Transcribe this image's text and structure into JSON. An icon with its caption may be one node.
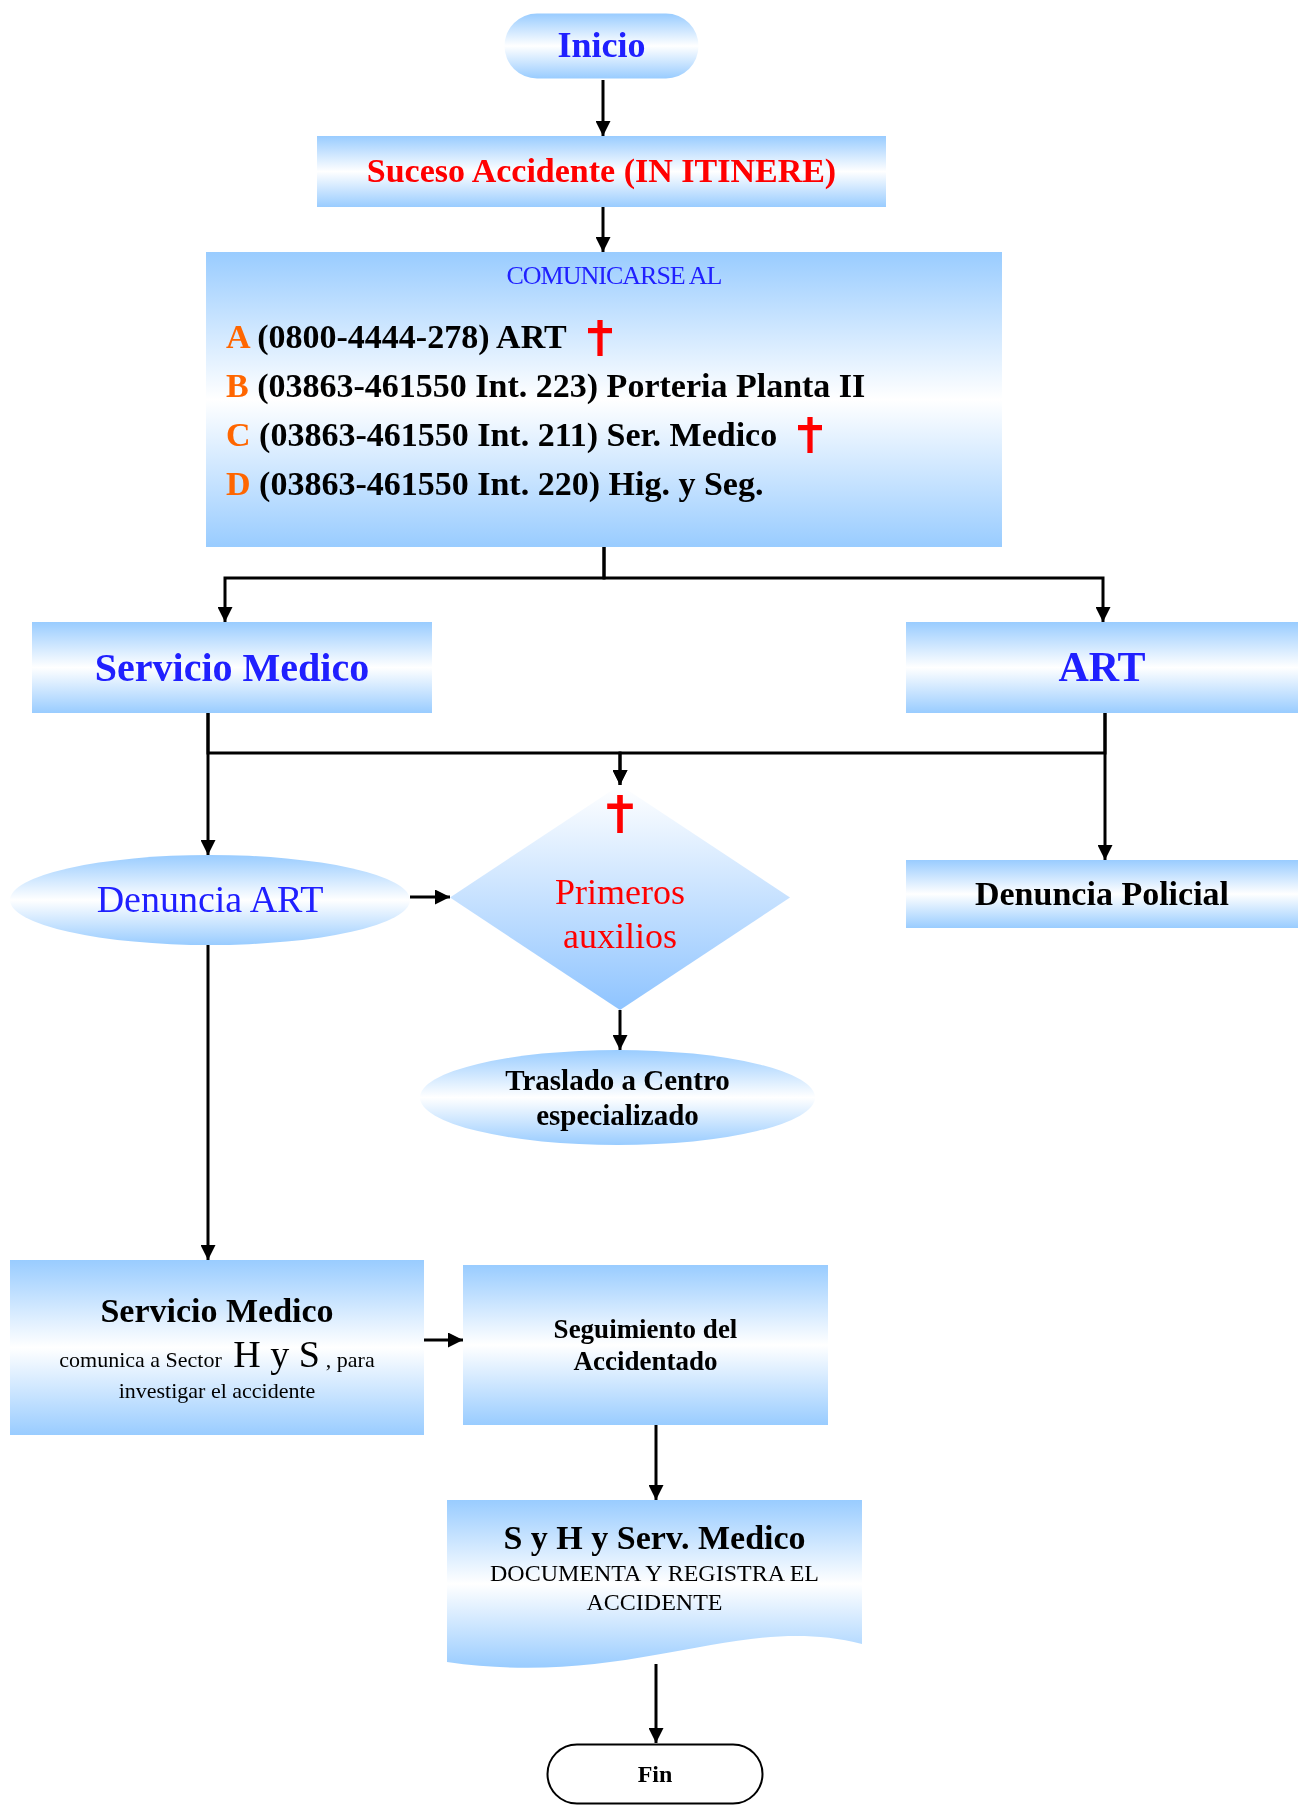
{
  "diagram": {
    "nodes": [
      {
        "text": [
          "Inicio"
        ]
      },
      {
        "text": [
          "Suceso Accidente (IN ITINERE)"
        ]
      },
      {
        "text": [
          "COMUNICARSE AL",
          "A (0800-4444-278) ART",
          "B (03863-461550 Int. 223) Porteria Planta II",
          "C (03863-461550 Int. 211) Ser. Medico",
          "D (03863-461550 Int. 220) Hig. y Seg."
        ]
      },
      {
        "text": [
          "Servicio Medico"
        ]
      },
      {
        "text": [
          "ART"
        ]
      },
      {
        "text": [
          "Denuncia ART"
        ]
      },
      {
        "text": [
          "Primeros auxilios"
        ]
      },
      {
        "text": [
          "Denuncia Policial"
        ]
      },
      {
        "text": [
          "Traslado a Centro especializado"
        ]
      },
      {
        "text": [
          "Servicio Medico",
          "comunica a Sector **H y S**, para investigar el accidente"
        ]
      },
      {
        "text": [
          "Seguimiento del Accidentado"
        ]
      },
      {
        "text": [
          "S y H y Serv. Medico",
          "DOCUMENTA Y REGISTRA EL ACCIDENTE"
        ]
      },
      {
        "text": [
          "Fin"
        ]
      }
    ],
    "edges": [
      {
        "from": 0,
        "to": 1,
        "arrow": "to"
      },
      {
        "from": 1,
        "to": 2,
        "arrow": "to"
      },
      {
        "from": 2,
        "to": 3,
        "arrow": "to"
      },
      {
        "from": 2,
        "to": 4,
        "arrow": "to"
      },
      {
        "from": 3,
        "to": 5,
        "arrow": "to"
      },
      {
        "from": 3,
        "to": 6,
        "arrow": "to"
      },
      {
        "from": 4,
        "to": 6,
        "arrow": "to"
      },
      {
        "from": 4,
        "to": 7,
        "arrow": "to"
      },
      {
        "from": 5,
        "to": 6,
        "arrow": "to"
      },
      {
        "from": 6,
        "to": 8,
        "arrow": "to"
      },
      {
        "from": 5,
        "to": 9,
        "arrow": "to"
      },
      {
        "from": 9,
        "to": 10,
        "arrow": "to"
      },
      {
        "from": 10,
        "to": 11,
        "arrow": "to"
      },
      {
        "from": 11,
        "to": 12,
        "arrow": "to"
      }
    ]
  }
}
